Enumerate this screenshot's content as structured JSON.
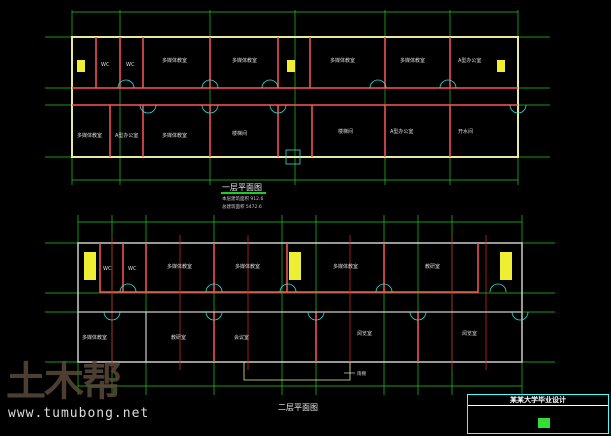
{
  "colors": {
    "background": "#000000",
    "axis": "#22cc22",
    "wall_outer": "#e8e8a0",
    "wall_inner": "#ff4444",
    "column": "#dddddd",
    "door": "#33dddd",
    "stair": "#eeee33"
  },
  "plan1": {
    "title": "一层平面图",
    "notes": [
      "本层建筑面积 912.6",
      "总建筑面积 5472.6"
    ],
    "rooms_top": [
      "WC",
      "WC",
      "多媒体教室",
      "多媒体教室",
      "多媒体教室",
      "多媒体教室",
      "A型办公室"
    ],
    "rooms_bottom": [
      "多媒体教室",
      "A型办公室",
      "多媒体教室",
      "楼梯间",
      "楼梯间",
      "A型办公室",
      "开水间"
    ]
  },
  "plan2": {
    "title": "二层平面图",
    "rooms_top": [
      "WC",
      "WC",
      "多媒体教室",
      "多媒体教室",
      "多媒体教室",
      "教研室"
    ],
    "rooms_bottom": [
      "多媒体教室",
      "教研室",
      "会议室",
      "阅览室",
      "阅览室"
    ],
    "canopy_label": "雨棚"
  },
  "watermark": {
    "logo": "土木帮",
    "url": "www.tumubong.net"
  },
  "title_block": {
    "heading": "某某大学毕业设计"
  }
}
